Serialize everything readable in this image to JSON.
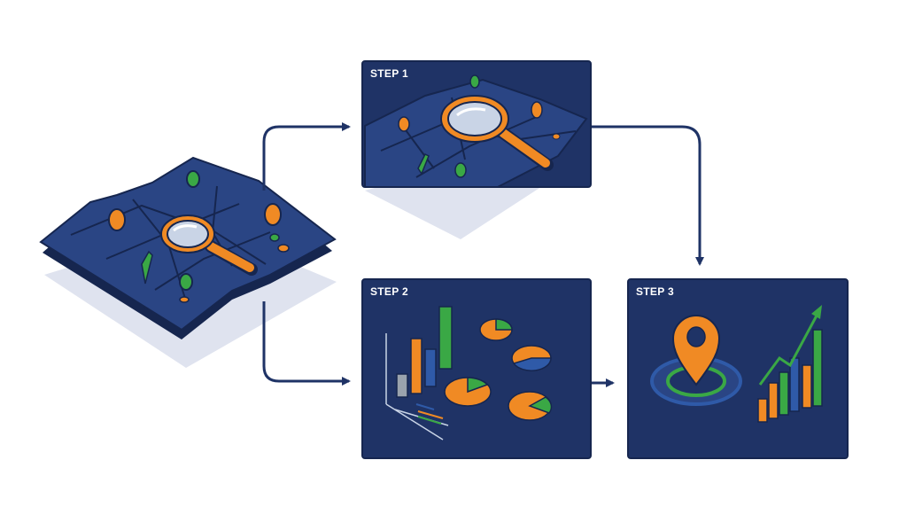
{
  "steps": [
    {
      "label": "STEP 1"
    },
    {
      "label": "STEP 2"
    },
    {
      "label": "STEP 3"
    }
  ],
  "colors": {
    "navy": "#1f3366",
    "navy_dark": "#16264f",
    "orange": "#f08a24",
    "green": "#3aa845",
    "blue": "#2f5aa8",
    "gray": "#9aa3ad",
    "shadow": "#dfe3ef",
    "arrow": "#1f3366"
  },
  "icons": [
    "map-icon",
    "magnifier-icon",
    "location-pin-icon",
    "bar-chart-icon",
    "pie-chart-icon",
    "trend-arrow-icon"
  ]
}
